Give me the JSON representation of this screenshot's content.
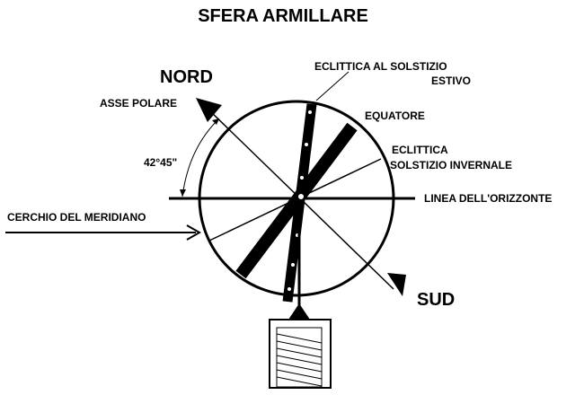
{
  "title": "SFERA ARMILLARE",
  "labels": {
    "nord": "NORD",
    "sud": "SUD",
    "asse_polare": "ASSE POLARE",
    "angle": "42°45\"",
    "cerchio_meridiano": "CERCHIO DEL MERIDIANO",
    "eclittica_estivo_1": "ECLITTICA AL SOLSTIZIO",
    "eclittica_estivo_2": "ESTIVO",
    "equatore": "EQUATORE",
    "eclittica_invernale_1": "ECLITTICA",
    "eclittica_invernale_2": "SOLSTIZIO INVERNALE",
    "linea_orizzonte": "LINEA DELL'ORIZZONTE"
  },
  "colors": {
    "ink": "#000000",
    "background": "#ffffff"
  }
}
